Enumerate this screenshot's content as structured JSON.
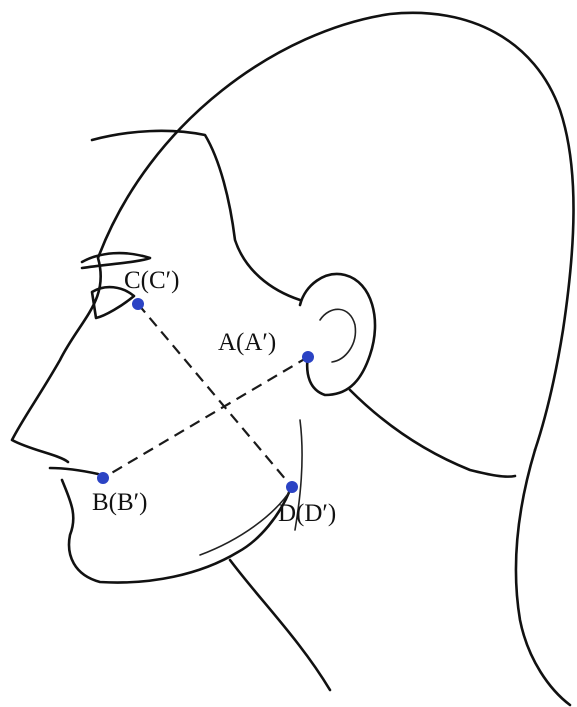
{
  "points": [
    {
      "id": "A",
      "label": "A(A′)",
      "feature": "ear"
    },
    {
      "id": "B",
      "label": "B(B′)",
      "feature": "mouth-corner"
    },
    {
      "id": "C",
      "label": "C(C′)",
      "feature": "eye-corner"
    },
    {
      "id": "D",
      "label": "D(D′)",
      "feature": "jaw-angle"
    }
  ],
  "segments": [
    {
      "from": "A",
      "to": "B",
      "style": "dashed"
    },
    {
      "from": "C",
      "to": "D",
      "style": "dashed"
    }
  ],
  "colors": {
    "point": "#2b43c4",
    "line": "#1a1a1a",
    "outline": "#111111",
    "background": "#ffffff"
  }
}
